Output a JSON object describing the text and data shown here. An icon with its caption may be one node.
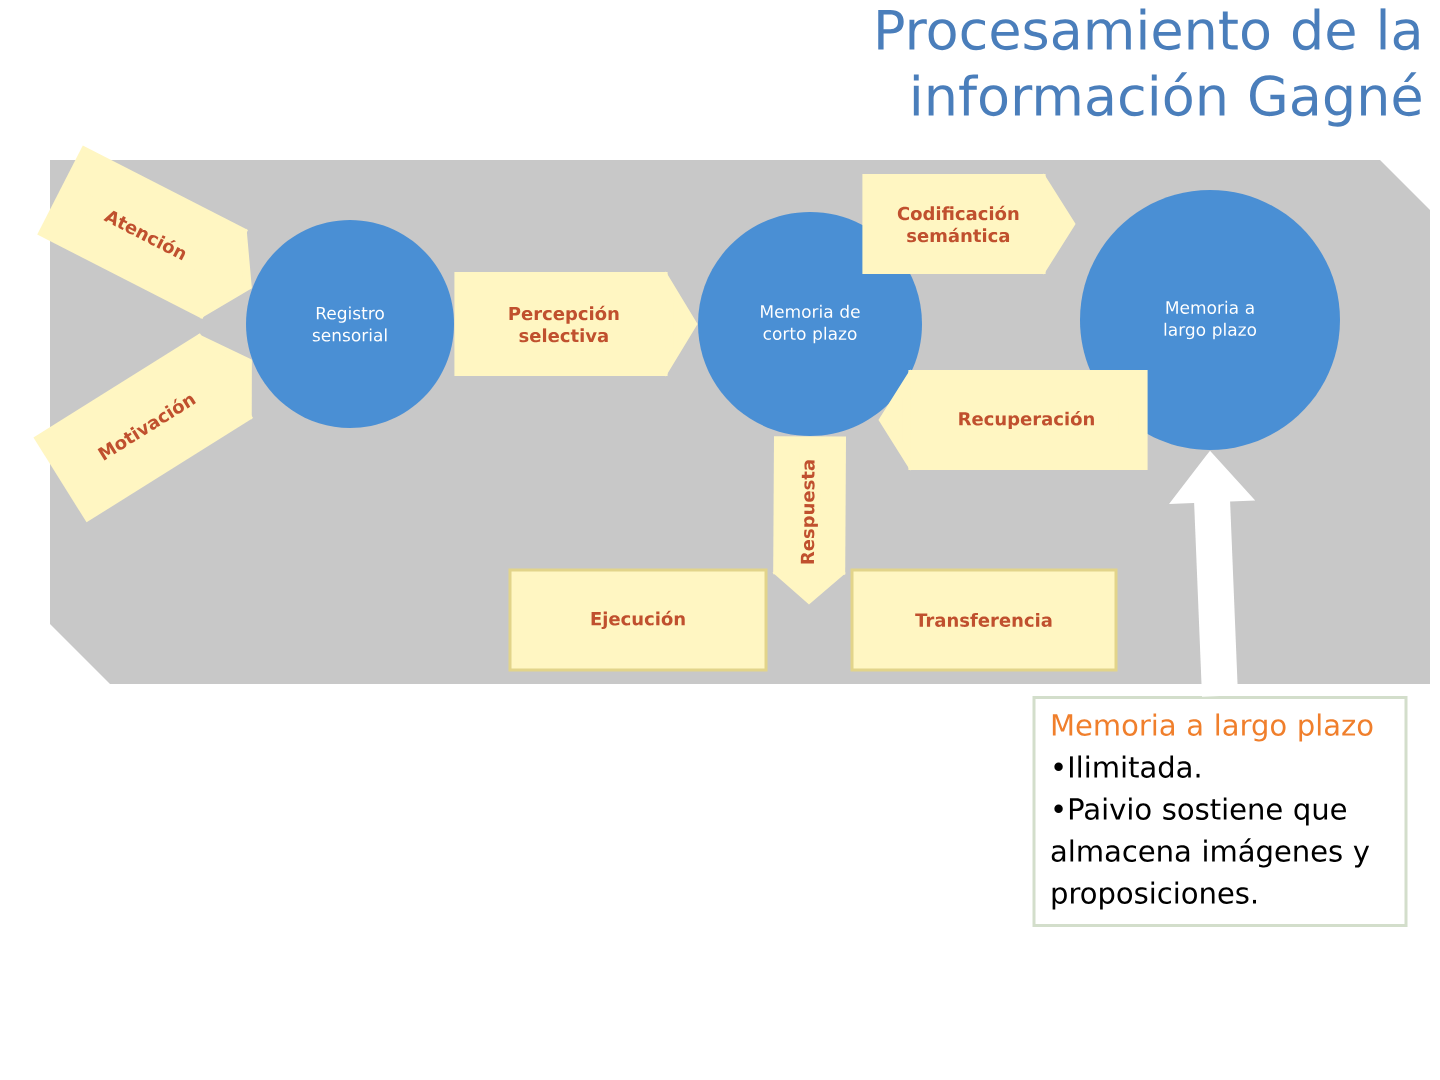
{
  "diagram": {
    "title": "Procesamiento de la información Gagné",
    "nodes": [
      {
        "text": [
          "Registro sensorial"
        ]
      },
      {
        "text": [
          "Memoria de corto plazo"
        ]
      },
      {
        "text": [
          "Memoria a largo plazo"
        ]
      },
      {
        "text": [
          "Ejecución"
        ]
      },
      {
        "text": [
          "Transferencia"
        ]
      },
      {
        "text": [
          "Memoria a largo plazo",
          "•Ilimitada.",
          "•Paivio sostiene que almacena imágenes y proposiciones."
        ]
      }
    ],
    "edges": [
      {
        "from": null,
        "to": 0,
        "arrow": "to",
        "label": "Atención"
      },
      {
        "from": null,
        "to": 0,
        "arrow": "to",
        "label": "Motivación"
      },
      {
        "from": 0,
        "to": 1,
        "arrow": "to",
        "label": "Percepción selectiva"
      },
      {
        "from": 1,
        "to": 2,
        "arrow": "to",
        "label": "Codificación semántica"
      },
      {
        "from": 2,
        "to": 1,
        "arrow": "to",
        "label": "Recuperación"
      },
      {
        "from": 1,
        "to": 3,
        "arrow": "to",
        "label": "Respuesta"
      },
      {
        "from": 1,
        "to": 4,
        "arrow": "to"
      },
      {
        "from": 5,
        "to": 2,
        "arrow": "to",
        "color": "#ffffff"
      }
    ]
  }
}
